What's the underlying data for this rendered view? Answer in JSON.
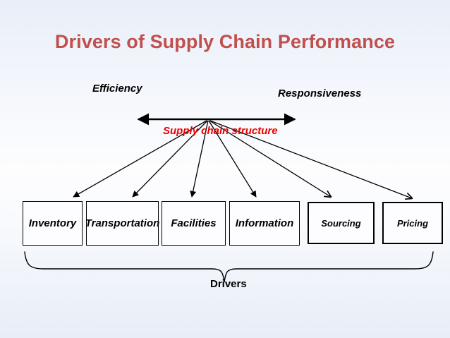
{
  "slide": {
    "title": "Drivers of Supply Chain Performance",
    "title_color": "#c0504d",
    "background_top_color": "#e9eef8",
    "background_mid_color": "#fdfdfe"
  },
  "spectrum": {
    "left_label": "Efficiency",
    "right_label": "Responsiveness",
    "caption": "Supply chain structure",
    "caption_color": "#ee0000",
    "label_color": "#000000"
  },
  "drivers": {
    "caption": "Drivers",
    "boxes": [
      {
        "label": "Inventory",
        "emphasis": "thin"
      },
      {
        "label": "Transportation",
        "emphasis": "thin"
      },
      {
        "label": "Facilities",
        "emphasis": "thin"
      },
      {
        "label": "Information",
        "emphasis": "thin"
      },
      {
        "label": "Sourcing",
        "emphasis": "thick"
      },
      {
        "label": "Pricing",
        "emphasis": "thick"
      }
    ]
  },
  "chart_data": {
    "type": "diagram",
    "title": "Drivers of Supply Chain Performance",
    "axis": {
      "left_end": "Efficiency",
      "right_end": "Responsiveness",
      "caption": "Supply chain structure",
      "style": "double-headed horizontal arrow"
    },
    "nodes": [
      "Inventory",
      "Transportation",
      "Facilities",
      "Information",
      "Sourcing",
      "Pricing"
    ],
    "group_label": "Drivers",
    "edges": [
      {
        "from": "Supply chain structure",
        "to": "Inventory"
      },
      {
        "from": "Supply chain structure",
        "to": "Transportation"
      },
      {
        "from": "Supply chain structure",
        "to": "Facilities"
      },
      {
        "from": "Supply chain structure",
        "to": "Information"
      },
      {
        "from": "Supply chain structure",
        "to": "Sourcing"
      },
      {
        "from": "Supply chain structure",
        "to": "Pricing"
      }
    ]
  }
}
